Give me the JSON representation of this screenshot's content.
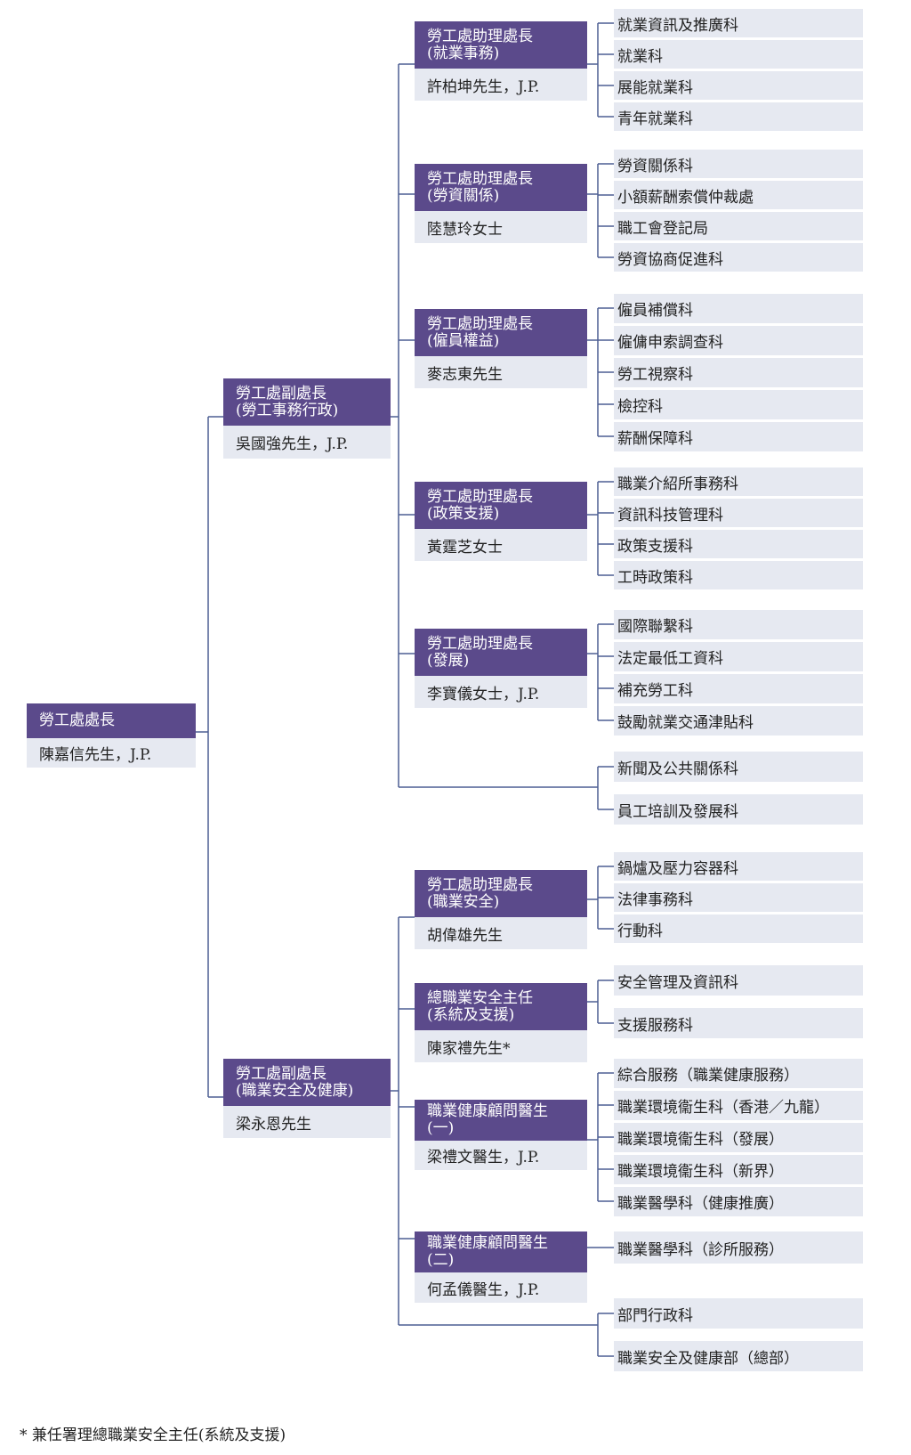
{
  "colors": {
    "header": "#5b4a8b",
    "box": "#e6e9f1",
    "line": "#4d5f93"
  },
  "commissioner": {
    "title": "勞工處處長",
    "name": "陳嘉信先生，J.P."
  },
  "deputy1": {
    "title": "勞工處副處長\n(勞工事務行政)",
    "name": "吳國強先生，J.P."
  },
  "deputy2": {
    "title": "勞工處副處長\n(職業安全及健康)",
    "name": "梁永恩先生"
  },
  "groups": [
    {
      "title": "勞工處助理處長\n(就業事務)",
      "name": "許柏坤先生，J.P.",
      "sections": [
        "就業資訊及推廣科",
        "就業科",
        "展能就業科",
        "青年就業科"
      ]
    },
    {
      "title": "勞工處助理處長\n(勞資關係)",
      "name": "陸慧玲女士",
      "sections": [
        "勞資關係科",
        "小額薪酬索償仲裁處",
        "職工會登記局",
        "勞資協商促進科"
      ]
    },
    {
      "title": "勞工處助理處長\n(僱員權益)",
      "name": "麥志東先生",
      "sections": [
        "僱員補償科",
        "僱傭申索調查科",
        "勞工視察科",
        "檢控科",
        "薪酬保障科"
      ]
    },
    {
      "title": "勞工處助理處長\n(政策支援)",
      "name": "黃霆芝女士",
      "sections": [
        "職業介紹所事務科",
        "資訊科技管理科",
        "政策支援科",
        "工時政策科"
      ]
    },
    {
      "title": "勞工處助理處長\n(發展)",
      "name": "李寶儀女士，J.P.",
      "sections": [
        "國際聯繫科",
        "法定最低工資科",
        "補充勞工科",
        "鼓勵就業交通津貼科"
      ]
    },
    {
      "title": "",
      "name": "",
      "sections": [
        "新聞及公共關係科",
        "員工培訓及發展科"
      ]
    },
    {
      "title": "勞工處助理處長\n(職業安全)",
      "name": "胡偉雄先生",
      "sections": [
        "鍋爐及壓力容器科",
        "法律事務科",
        "行動科"
      ]
    },
    {
      "title": "總職業安全主任\n(系統及支援)",
      "name": "陳家禮先生*",
      "sections": [
        "安全管理及資訊科",
        "支援服務科"
      ]
    },
    {
      "title": "職業健康顧問醫生\n(一)",
      "name": "梁禮文醫生，J.P.",
      "sections": [
        "綜合服務（職業健康服務）",
        "職業環境衞生科（香港／九龍）",
        "職業環境衞生科（發展）",
        "職業環境衞生科（新界）",
        "職業醫學科（健康推廣）"
      ]
    },
    {
      "title": "職業健康顧問醫生\n(二)",
      "name": "何孟儀醫生，J.P.",
      "sections": [
        "職業醫學科（診所服務）"
      ]
    },
    {
      "title": "",
      "name": "",
      "sections": [
        "部門行政科",
        "職業安全及健康部（總部）"
      ]
    }
  ],
  "footnote": "* 兼任署理總職業安全主任(系統及支援)"
}
